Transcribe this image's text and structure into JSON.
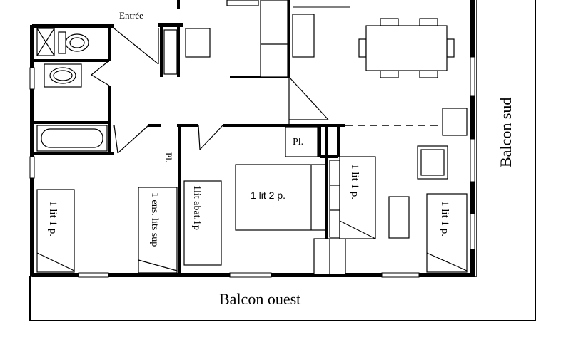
{
  "labels": {
    "entree": "Entrée",
    "balcon_sud": "Balcon sud",
    "balcon_ouest": "Balcon ouest",
    "placard_hall": "Pl.",
    "placard_room": "Pl.",
    "bed_left": "1 lit 1 p.",
    "beds_extra": "1 ens. lits sup",
    "bed_folding": "1lit abat.1p",
    "bed_double": "1 lit 2 p.",
    "bed_middle": "1 lit 1 p.",
    "bed_right": "1 lit 1 p."
  }
}
